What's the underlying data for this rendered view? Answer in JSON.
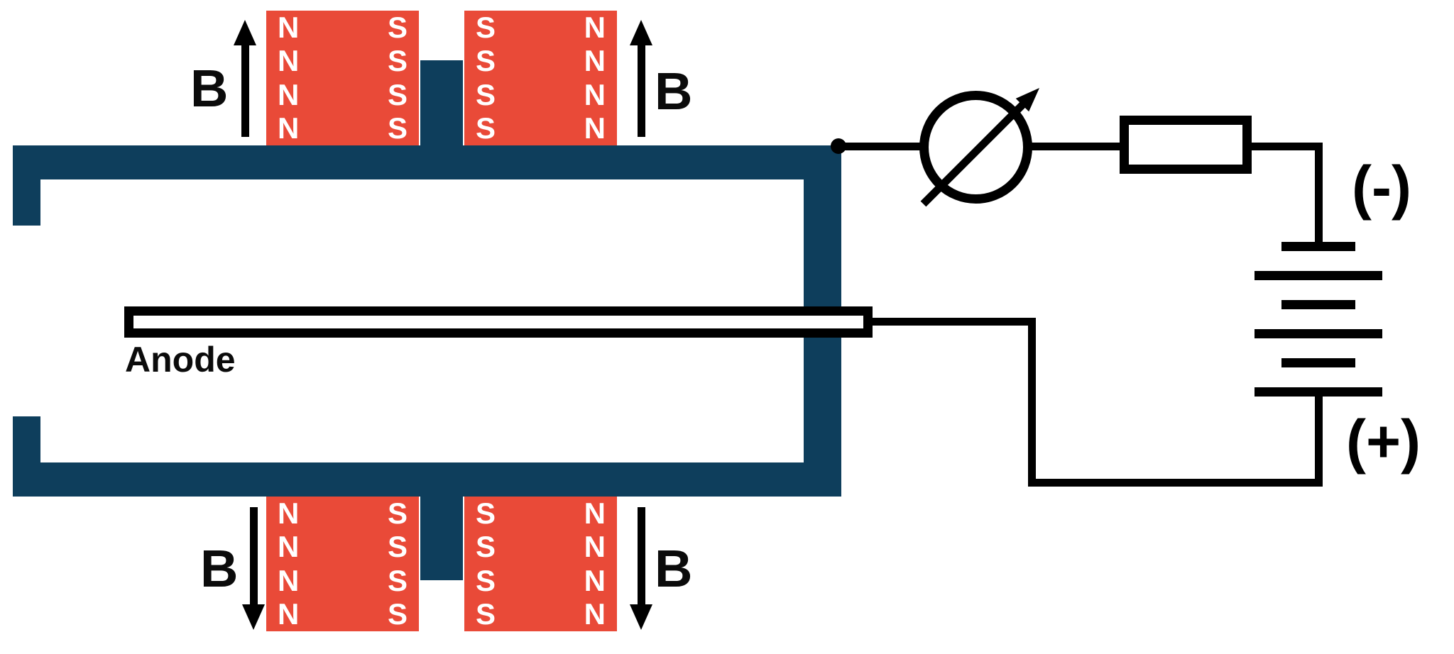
{
  "diagram": {
    "background": "#ffffff",
    "colors": {
      "enclosure": "#0e3e5c",
      "magnet": "#e94a38",
      "ink": "#000000",
      "pole_text": "#ffffff"
    },
    "anode": {
      "label": "Anode"
    },
    "magnets": {
      "top_left": {
        "left_pole": "N",
        "right_pole": "S"
      },
      "top_right": {
        "left_pole": "S",
        "right_pole": "N"
      },
      "bottom_left": {
        "left_pole": "N",
        "right_pole": "S"
      },
      "bottom_right": {
        "left_pole": "S",
        "right_pole": "N"
      }
    },
    "field_arrows": {
      "top_left": {
        "label": "B",
        "direction": "up"
      },
      "top_right": {
        "label": "B",
        "direction": "up"
      },
      "bottom_left": {
        "label": "B",
        "direction": "down"
      },
      "bottom_right": {
        "label": "B",
        "direction": "down"
      }
    },
    "circuit": {
      "meter_icon": "galvanometer-circle-arrow-icon",
      "resistor_icon": "resistor-box-icon",
      "junction_icon": "junction-dot-icon",
      "battery": {
        "negative_label": "(-)",
        "positive_label": "(+)",
        "plates": [
          "short",
          "long",
          "short",
          "long",
          "short",
          "long"
        ]
      }
    }
  }
}
